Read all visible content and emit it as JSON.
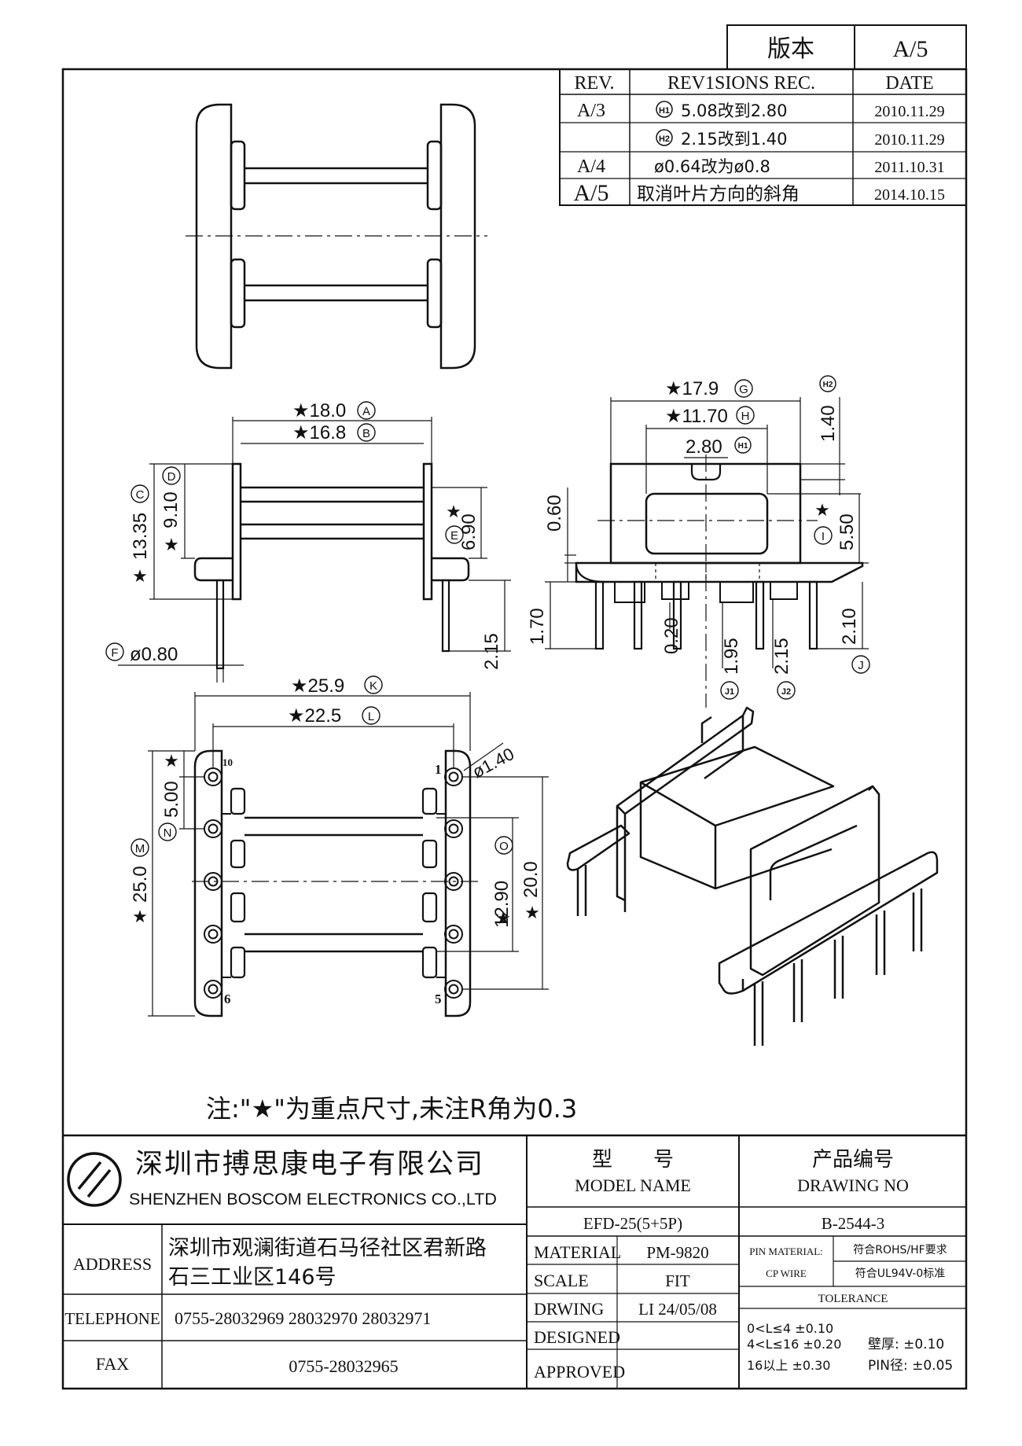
{
  "version_box": {
    "label": "版本",
    "value": "A/5"
  },
  "revisions": {
    "headers": [
      "REV.",
      "REV1SIONS REC.",
      "DATE"
    ],
    "rows": [
      {
        "rev": "A/3",
        "tag": "H1",
        "text": "5.08改到2.80",
        "date": "2010.11.29"
      },
      {
        "rev": "",
        "tag": "H2",
        "text": "2.15改到1.40",
        "date": "2010.11.29"
      },
      {
        "rev": "A/4",
        "tag": "",
        "text": "ø0.64改为ø0.8",
        "date": "2011.10.31"
      },
      {
        "rev": "A/5",
        "tag": "",
        "text": "取消叶片方向的斜角",
        "date": "2014.10.15"
      }
    ]
  },
  "side_view_dims": {
    "A": "★18.0",
    "B": "★16.8",
    "C": "13.35",
    "D": "9.10",
    "E": "6.90",
    "F": "ø0.80",
    "pin": "2.15",
    "star": "★",
    "tags": {
      "A": "A",
      "B": "B",
      "C": "C",
      "D": "D",
      "E": "E",
      "F": "F"
    }
  },
  "front_view_dims": {
    "G": "★17.9",
    "H": "★11.70",
    "H1": "2.80",
    "H2": "1.40",
    "I": "5.50",
    "d060": "0.60",
    "d170": "1.70",
    "d020": "0.20",
    "J1": "1.95",
    "J2": "2.15",
    "J": "2.10",
    "star": "★",
    "tags": {
      "G": "G",
      "H": "H",
      "H1": "H1",
      "H2": "H2",
      "I": "I",
      "J": "J",
      "J1": "J1",
      "J2": "J2"
    }
  },
  "bottom_view_dims": {
    "K": "★25.9",
    "L": "★22.5",
    "pin_dia": "ø1.40",
    "M": "25.0",
    "N": "5.00",
    "O": "12.90",
    "P": "20.0",
    "star": "★",
    "pins": [
      "10",
      "1",
      "6",
      "5"
    ],
    "tags": {
      "K": "K",
      "L": "L",
      "M": "M",
      "N": "N",
      "O": "O"
    }
  },
  "note": "注:\"★\"为重点尺寸,未注R角为0.3",
  "company": {
    "cn": "深圳市搏思康电子有限公司",
    "en": "SHENZHEN BOSCOM ELECTRONICS CO.,LTD"
  },
  "model": {
    "label_cn": "型　　号",
    "label_en": "MODEL NAME",
    "value": "EFD-25(5+5P)"
  },
  "drawing": {
    "label_cn": "产品编号",
    "label_en": "DRAWING NO",
    "value": "B-2544-3"
  },
  "address": {
    "label": "ADDRESS",
    "line1": "深圳市观澜街道石马径社区君新路",
    "line2": "石三工业区146号"
  },
  "telephone": {
    "label": "TELEPHONE",
    "value": "0755-28032969 28032970 28032971"
  },
  "fax": {
    "label": "FAX",
    "value": "0755-28032965"
  },
  "material": {
    "label": "MATERIAL",
    "value": "PM-9820"
  },
  "scale": {
    "label": "SCALE",
    "value": "FIT"
  },
  "drwing": {
    "label": "DRWING",
    "value": "LI 24/05/08"
  },
  "designed": {
    "label": "DESIGNED",
    "value": ""
  },
  "approved": {
    "label": "APPROVED",
    "value": ""
  },
  "pin_material": {
    "label1": "PIN MATERIAL:",
    "label2": "CP WIRE",
    "v1": "符合ROHS/HF要求",
    "v2": "符合UL94V-0标准"
  },
  "tolerance": {
    "title": "TOLERANCE",
    "r1": "0<L≤4  ±0.10",
    "r2": "4<L≤16  ±0.20",
    "r3": "16以上     ±0.30",
    "wall": "壁厚:   ±0.10",
    "pin": "PIN径: ±0.05"
  }
}
